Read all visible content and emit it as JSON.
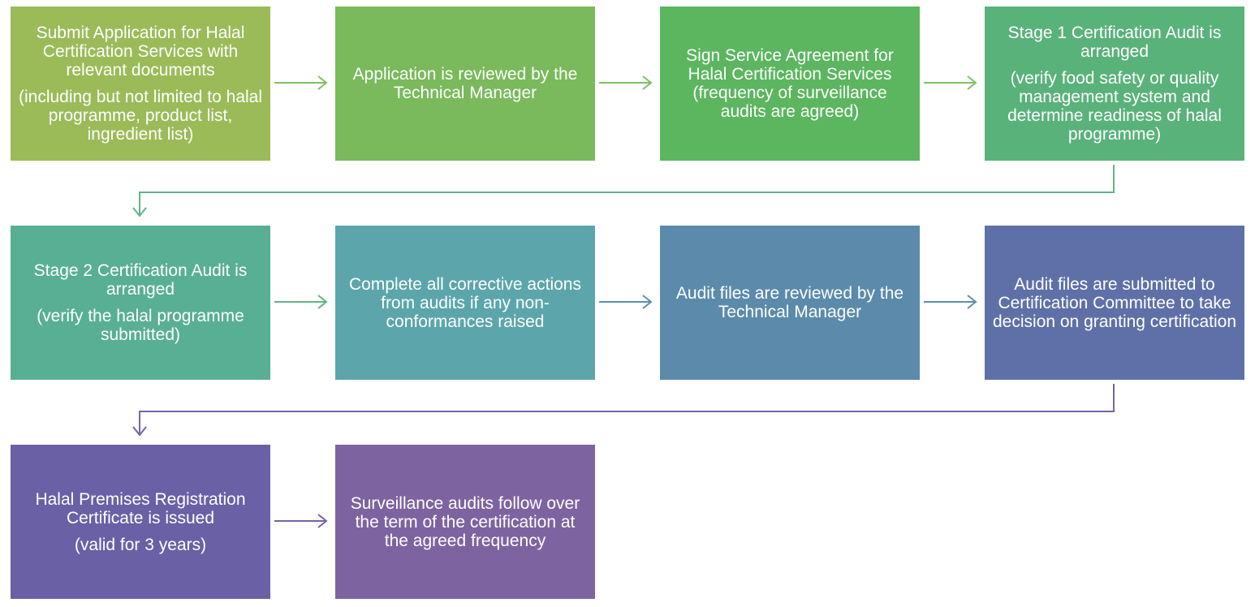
{
  "colors": {
    "step1": "#9bbb59",
    "step2": "#7ab95c",
    "step3": "#5bb65f",
    "step4": "#5ab27b",
    "step5": "#58af94",
    "step6": "#5ca6ab",
    "step7": "#5c8aab",
    "step8": "#5f70a8",
    "step9": "#6a60a6",
    "step10": "#7e63a1",
    "arrow_row1": "#7fbf6a",
    "connector_1_2": "#63b28a",
    "arrow_row2": "#5f8fac",
    "connector_2_3": "#7663a6",
    "arrow_row3": "#7663a6"
  },
  "steps": [
    {
      "main": "Submit Application for Halal Certification Services with relevant documents",
      "sub": "(including but not limited to halal programme, product list, ingredient list)"
    },
    {
      "main": "Application is reviewed by the Technical Manager",
      "sub": ""
    },
    {
      "main": "Sign Service Agreement for Halal Certification Services (frequency of surveillance audits are agreed)",
      "sub": ""
    },
    {
      "main": "Stage 1 Certification Audit is arranged",
      "sub": "(verify food safety or quality management system and determine readiness of halal programme)"
    },
    {
      "main": "Stage 2 Certification Audit is arranged",
      "sub": "(verify the halal programme submitted)"
    },
    {
      "main": "Complete all corrective actions from audits if any non-conformances raised",
      "sub": ""
    },
    {
      "main": "Audit files are reviewed by the Technical Manager",
      "sub": ""
    },
    {
      "main": "Audit files are submitted to Certification Committee to take decision on granting certification",
      "sub": ""
    },
    {
      "main": "Halal Premises Registration Certificate is issued",
      "sub": "(valid for 3 years)"
    },
    {
      "main": "Surveillance audits follow over the term of the certification at the agreed frequency",
      "sub": ""
    }
  ]
}
